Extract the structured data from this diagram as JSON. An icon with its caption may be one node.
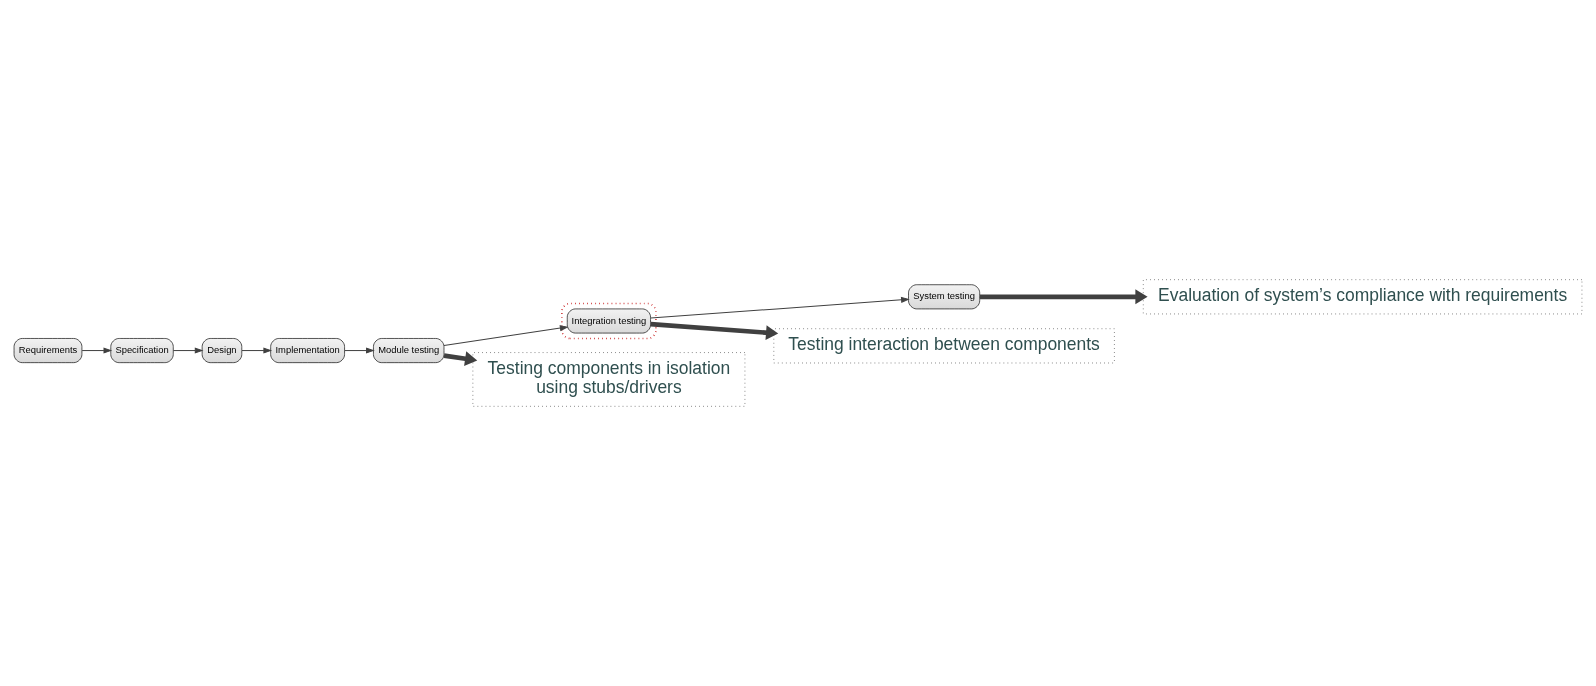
{
  "diagram": {
    "nodes": [
      {
        "text": [
          "Requirements"
        ]
      },
      {
        "text": [
          "Specification"
        ]
      },
      {
        "text": [
          "Design"
        ]
      },
      {
        "text": [
          "Implementation"
        ]
      },
      {
        "text": [
          "Module testing"
        ]
      },
      {
        "text": [],
        "shape": "ellipse"
      },
      {
        "text": [
          "Integration testing"
        ],
        "in": 5
      },
      {
        "text": [
          "System testing"
        ]
      },
      {
        "text": [
          "Evaluation of system’s compliance with requirements"
        ]
      },
      {
        "text": [
          "Testing interaction between components"
        ]
      },
      {
        "text": [
          "Testing components in isolation",
          "using stubs/drivers"
        ]
      }
    ],
    "edges": [
      {
        "from": 0,
        "to": 1,
        "arrow": "to"
      },
      {
        "from": 1,
        "to": 2,
        "arrow": "to"
      },
      {
        "from": 2,
        "to": 3,
        "arrow": "to"
      },
      {
        "from": 3,
        "to": 4,
        "arrow": "to"
      },
      {
        "from": 4,
        "to": 6,
        "arrow": "to"
      },
      {
        "from": 6,
        "to": 7,
        "arrow": "to"
      },
      {
        "from": 7,
        "to": 8,
        "arrow": "to",
        "style": "thick"
      },
      {
        "from": 6,
        "to": 9,
        "arrow": "to",
        "style": "thick"
      },
      {
        "from": 4,
        "to": 10,
        "arrow": "to",
        "style": "thick"
      }
    ]
  }
}
